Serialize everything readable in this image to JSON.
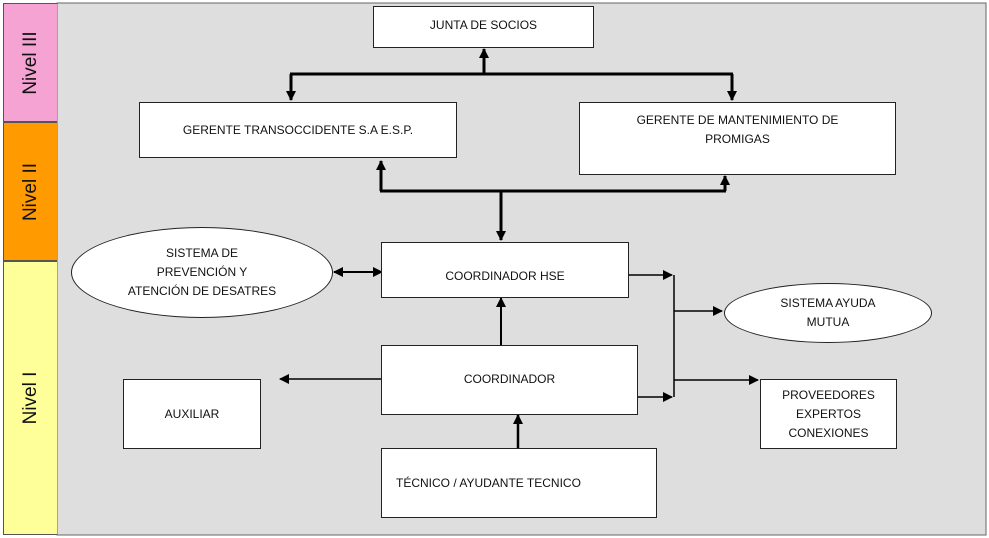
{
  "levels": {
    "nivel_3": "Nivel III",
    "nivel_2": "Nivel II",
    "nivel_1": "Nivel I"
  },
  "nodes": {
    "junta": "JUNTA DE SOCIOS",
    "gerente_transoccidente": "GERENTE TRANSOCCIDENTE S.A E.S.P.",
    "gerente_mantenimiento": "GERENTE DE MANTENIMIENTO  DE\nPROMIGAS",
    "sistema_prevencion": "SISTEMA DE\nPREVENCIÓN Y\nATENCIÓN DE DESATRES",
    "coordinador_hse": "COORDINADOR HSE",
    "sistema_ayuda": "SISTEMA AYUDA\nMUTUA",
    "coordinador": "COORDINADOR",
    "auxiliar": "AUXILIAR",
    "proveedores": "PROVEEDORES\nEXPERTOS\nCONEXIONES",
    "tecnico": "TÉCNICO / AYUDANTE TECNICO"
  },
  "colors": {
    "nivel_3": "#f5a3d3",
    "nivel_2": "#ff9a00",
    "nivel_1": "#ffff99",
    "background": "#dedede",
    "line": "#000000"
  }
}
